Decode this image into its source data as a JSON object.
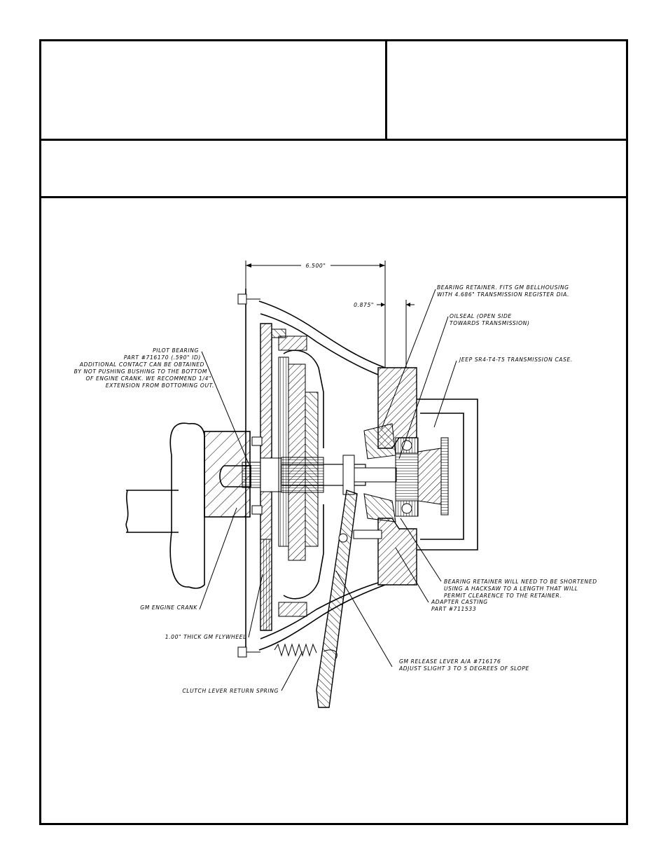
{
  "header": {
    "title_left": "",
    "title_right": "",
    "subtitle": ""
  },
  "dimensions": {
    "overall": "6.500\"",
    "offset": "0.875\""
  },
  "callouts": {
    "bearing_retainer": [
      "BEARING RETAINER. FITS GM BELLHOUSING",
      "WITH 4.686\" TRANSMISSION REGISTER DIA."
    ],
    "oilseal": [
      "OILSEAL (OPEN SIDE",
      "TOWARDS TRANSMISSION)"
    ],
    "transmission_case": [
      "JEEP SR4-T4-T5 TRANSMISSION CASE."
    ],
    "pilot_bearing": [
      "PILOT BEARING",
      "PART #716170 (.590\" ID)",
      "ADDITIONAL CONTACT CAN BE OBTAINED",
      "BY NOT PUSHING BUSHING TO THE BOTTOM",
      "OF ENGINE CRANK. WE RECOMMEND 1/4\"",
      "EXTENSION FROM BOTTOMING OUT."
    ],
    "retainer_shorten": [
      "BEARING RETAINER WILL NEED TO BE SHORTENED",
      "USING A HACKSAW TO A LENGTH THAT WILL",
      "PERMIT CLEARENCE TO THE RETAINER."
    ],
    "adapter_casting": [
      "ADAPTER CASTING",
      "PART #711533"
    ],
    "engine_crank": [
      "GM ENGINE CRANK"
    ],
    "flywheel": [
      "1.00\" THICK GM FLYWHEEL"
    ],
    "release_lever": [
      "GM RELEASE LEVER A/A #716176",
      "ADJUST SLIGHT 3 TO 5 DEGREES OF SLOPE"
    ],
    "return_spring": [
      "CLUTCH LEVER RETURN SPRING"
    ]
  }
}
